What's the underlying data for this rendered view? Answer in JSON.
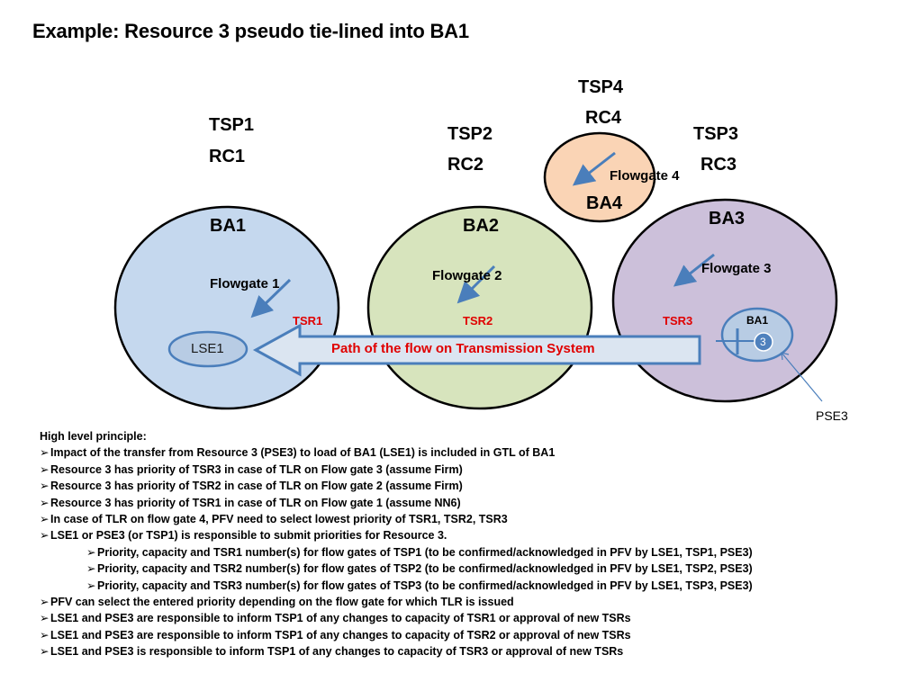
{
  "title": "Example:  Resource 3 pseudo tie-lined into BA1",
  "regions": {
    "tsp1": "TSP1",
    "rc1": "RC1",
    "tsp2": "TSP2",
    "rc2": "RC2",
    "tsp3": "TSP3",
    "rc3": "RC3",
    "tsp4": "TSP4",
    "rc4": "RC4"
  },
  "areas": {
    "ba1": "BA1",
    "ba2": "BA2",
    "ba3": "BA3",
    "ba4": "BA4"
  },
  "flowgates": {
    "fg1": "Flowgate 1",
    "fg2": "Flowgate 2",
    "fg3": "Flowgate 3",
    "fg4": "Flowgate 4"
  },
  "tsrs": {
    "tsr1": "TSR1",
    "tsr2": "TSR2",
    "tsr3": "TSR3"
  },
  "lse": "LSE1",
  "inner_ba": "BA1",
  "pse_number": "3",
  "pse_label": "PSE3",
  "path_label": "Path of the flow on Transmission System",
  "colors": {
    "ba1_fill": "#c5d8ee",
    "ba2_fill": "#d7e4bd",
    "ba3_fill": "#ccc0da",
    "ba4_fill": "#fad4b5",
    "arrow_blue": "#4a7ebb",
    "tsr_red": "#e00000"
  },
  "notes": {
    "heading": "High level principle:",
    "bullets": [
      "Impact of the transfer from Resource 3 (PSE3) to load of BA1 (LSE1) is included in GTL of BA1",
      "Resource 3 has priority of TSR3 in case of TLR on Flow gate 3 (assume Firm)",
      "Resource 3 has priority of TSR2 in case of TLR on Flow gate 2 (assume Firm)",
      "Resource 3 has priority of TSR1 in case of TLR on Flow gate 1  (assume NN6)",
      "In case of TLR on flow gate 4, PFV need to select lowest priority of TSR1, TSR2, TSR3",
      "LSE1 or PSE3  (or TSP1) is responsible to submit priorities for Resource 3."
    ],
    "sub_bullets": [
      "Priority, capacity and TSR1 number(s) for flow gates of  TSP1    (to be confirmed/acknowledged in PFV by LSE1, TSP1, PSE3)",
      "Priority, capacity  and TSR2 number(s) for flow gates of  TSP2    (to be confirmed/acknowledged in PFV by LSE1, TSP2, PSE3)",
      "Priority, capacity and TSR3 number(s) for flow gates of  TSP3    (to be confirmed/acknowledged in PFV by LSE1, TSP3, PSE3)"
    ],
    "more_bullets": [
      "PFV can select the entered priority depending on the flow gate for which TLR is issued",
      "LSE1 and PSE3  are responsible to inform TSP1 of any changes to capacity of TSR1 or approval of new TSRs",
      "LSE1 and PSE3  are responsible to inform TSP1 of any changes to capacity of TSR2 or approval of new TSRs",
      "LSE1 and PSE3 is responsible to inform TSP1 of any changes to capacity of TSR3  or approval of new TSRs"
    ]
  }
}
